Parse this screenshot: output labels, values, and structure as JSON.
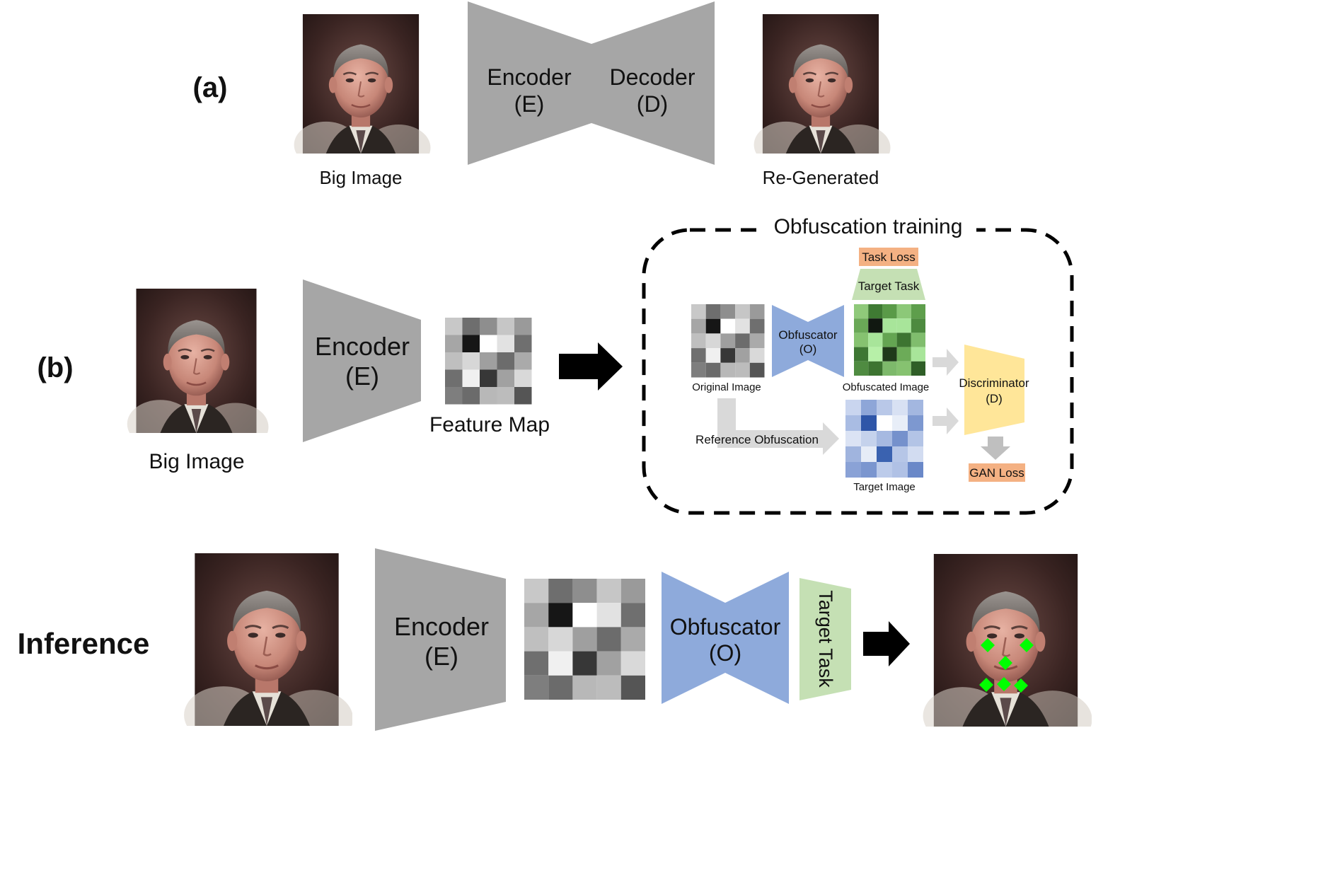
{
  "rows": {
    "a": {
      "tag": "(a)",
      "input_caption": "Big Image",
      "encoder_label": "Encoder",
      "encoder_sub": "(E)",
      "decoder_label": "Decoder",
      "decoder_sub": "(D)",
      "output_caption": "Re-Generated"
    },
    "b": {
      "tag": "(b)",
      "input_caption": "Big Image",
      "encoder_label": "Encoder",
      "encoder_sub": "(E)",
      "feature_caption": "Feature Map",
      "training": {
        "title": "Obfuscation training",
        "task_loss": "Task Loss",
        "target_task": "Target Task",
        "obfuscator_label": "Obfuscator",
        "obfuscator_sub": "(O)",
        "original_caption": "Original Image",
        "obfuscated_caption": "Obfuscated Image",
        "reference_label": "Reference Obfuscation",
        "target_caption": "Target Image",
        "discriminator_label": "Discriminator",
        "discriminator_sub": "(D)",
        "gan_loss": "GAN Loss"
      }
    },
    "inference": {
      "tag": "Inference",
      "encoder_label": "Encoder",
      "encoder_sub": "(E)",
      "obfuscator_label": "Obfuscator",
      "obfuscator_sub": "(O)",
      "target_task": "Target Task"
    }
  },
  "colors": {
    "encoder_gray": "#a6a6a6",
    "obfuscator_blue": "#8eaadb",
    "target_task_green": "#c5e0b4",
    "discriminator_yellow": "#ffe699",
    "loss_orange": "#f4b183",
    "landmark_green": "#00ff00",
    "arrow_light_gray": "#d9d9d9"
  },
  "icons": {
    "face_photo": "face-photo-icon",
    "feature_map": "pixel-grid-icon",
    "arrow": "right-arrow-icon",
    "landmark": "diamond-marker-icon"
  }
}
